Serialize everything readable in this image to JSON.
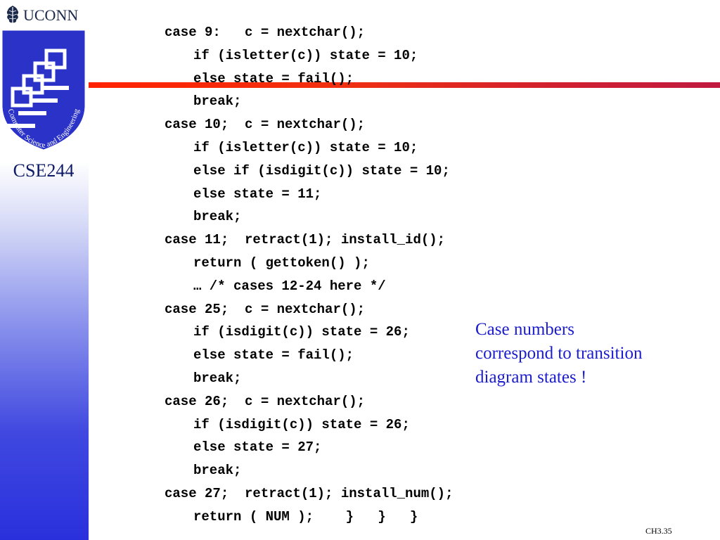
{
  "header": {
    "brand": "UCONN",
    "course": "CSE244"
  },
  "logo": {
    "ring_text": "Computer Science and Engineering"
  },
  "colors": {
    "accent_rule": "#ff2200",
    "note_text": "#1b1ccc",
    "sidebar_top": "#ffffff",
    "sidebar_bottom": "#2a30dc"
  },
  "code_lines": [
    {
      "indent": 0,
      "text": "case 9:   c = nextchar();"
    },
    {
      "indent": 1,
      "text": "if (isletter(c)) state = 10;"
    },
    {
      "indent": 1,
      "text": "else state = fail();"
    },
    {
      "indent": 1,
      "text": "break;"
    },
    {
      "indent": 0,
      "text": "case 10;  c = nextchar();"
    },
    {
      "indent": 1,
      "text": "if (isletter(c)) state = 10;"
    },
    {
      "indent": 1,
      "text": "else if (isdigit(c)) state = 10;"
    },
    {
      "indent": 1,
      "text": "else state = 11;"
    },
    {
      "indent": 1,
      "text": "break;"
    },
    {
      "indent": 0,
      "text": "case 11;  retract(1); install_id();"
    },
    {
      "indent": 1,
      "text": "return ( gettoken() );"
    },
    {
      "indent": 1,
      "text": "… /* cases 12-24 here */"
    },
    {
      "indent": 0,
      "text": "case 25;  c = nextchar();"
    },
    {
      "indent": 1,
      "text": "if (isdigit(c)) state = 26;"
    },
    {
      "indent": 1,
      "text": "else state = fail();"
    },
    {
      "indent": 1,
      "text": "break;"
    },
    {
      "indent": 0,
      "text": "case 26;  c = nextchar();"
    },
    {
      "indent": 1,
      "text": "if (isdigit(c)) state = 26;"
    },
    {
      "indent": 1,
      "text": "else state = 27;"
    },
    {
      "indent": 1,
      "text": "break;"
    },
    {
      "indent": 0,
      "text": "case 27;  retract(1); install_num();"
    },
    {
      "indent": 1,
      "text": "return ( NUM );    }   }   }"
    }
  ],
  "note": {
    "lines": [
      "Case numbers",
      "correspond to transition",
      "diagram states !"
    ]
  },
  "footer": {
    "slide_number": "CH3.35"
  }
}
